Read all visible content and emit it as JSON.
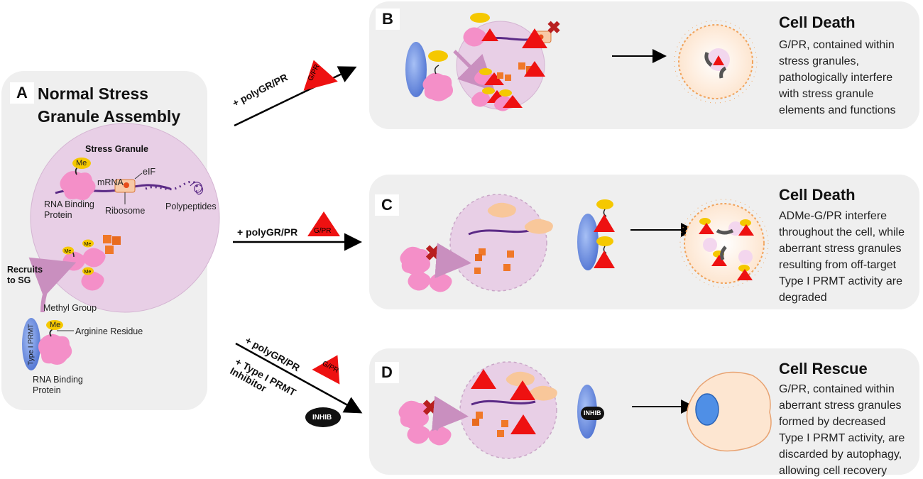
{
  "panel_a": {
    "letter": "A",
    "title": "Normal Stress\nGranule Assembly",
    "stress_granule_label": "Stress Granule",
    "me_label": "Me",
    "mrna_label": "mRNA",
    "eif_label": "eIF",
    "rbp_label": "RNA Binding\nProtein",
    "ribosome_label": "Ribosome",
    "polypeptides_label": "Polypeptides",
    "recruits_label": "Recruits\nto SG",
    "methyl_label": "Methyl Group",
    "arginine_label": "Arginine Residue",
    "prmt_label": "Type I PRMT",
    "rbp_label_2": "RNA Binding\nProtein"
  },
  "arrows": {
    "b_label": "+ polyGR/PR",
    "c_label": "+ polyGR/PR",
    "d_label_1": "+ polyGR/PR",
    "d_label_2": "+ Type I PRMT\nInhibitor",
    "inhib_label": "INHIB",
    "gpr_label": "G/PR"
  },
  "panel_b": {
    "letter": "B",
    "title": "Cell Death",
    "description": "G/PR, contained within\nstress granules,\npathologically interfere\nwith stress granule\nelements and functions"
  },
  "panel_c": {
    "letter": "C",
    "title": "Cell Death",
    "description": "ADMe-G/PR interfere\nthroughout the cell, while\naberrant stress granules\nresulting from off-target\nType I PRMT activity are\ndegraded"
  },
  "panel_d": {
    "letter": "D",
    "title": "Cell Rescue",
    "description": "G/PR, contained within\naberrant stress granules\nformed by decreased\nType I PRMT activity, are\ndiscarded by autophagy,\nallowing cell recovery"
  },
  "colors": {
    "panel_bg": "#efefef",
    "granule": "#e8cfe6",
    "protein": "#f48fc8",
    "me": "#f5c800",
    "rna": "#5b2a86",
    "ribosome": "#f07828",
    "triangle": "#ee1111",
    "prmt": "#6b8fdf",
    "inhibitor": "#111111"
  }
}
